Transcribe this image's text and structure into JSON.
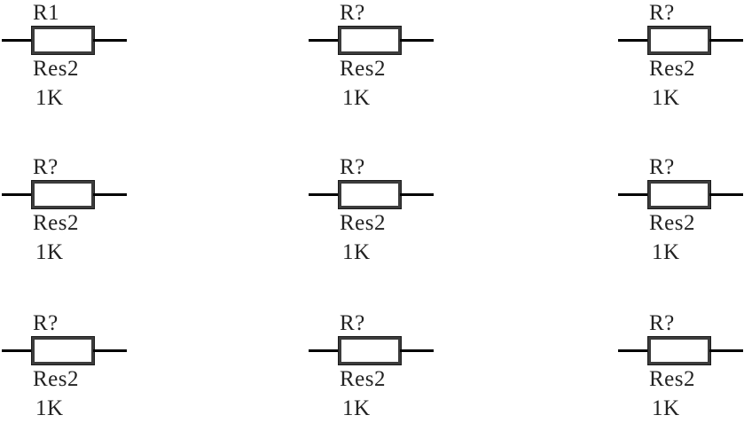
{
  "schematic": {
    "components": [
      {
        "designator": "R1",
        "comment": "Res2",
        "value": "1K"
      },
      {
        "designator": "R?",
        "comment": "Res2",
        "value": "1K"
      },
      {
        "designator": "R?",
        "comment": "Res2",
        "value": "1K"
      },
      {
        "designator": "R?",
        "comment": "Res2",
        "value": "1K"
      },
      {
        "designator": "R?",
        "comment": "Res2",
        "value": "1K"
      },
      {
        "designator": "R?",
        "comment": "Res2",
        "value": "1K"
      },
      {
        "designator": "R?",
        "comment": "Res2",
        "value": "1K"
      },
      {
        "designator": "R?",
        "comment": "Res2",
        "value": "1K"
      },
      {
        "designator": "R?",
        "comment": "Res2",
        "value": "1K"
      }
    ],
    "colors": {
      "wire": "#000000",
      "body_border": "#3c3c3c",
      "text": "#222222",
      "background": "#ffffff"
    }
  }
}
